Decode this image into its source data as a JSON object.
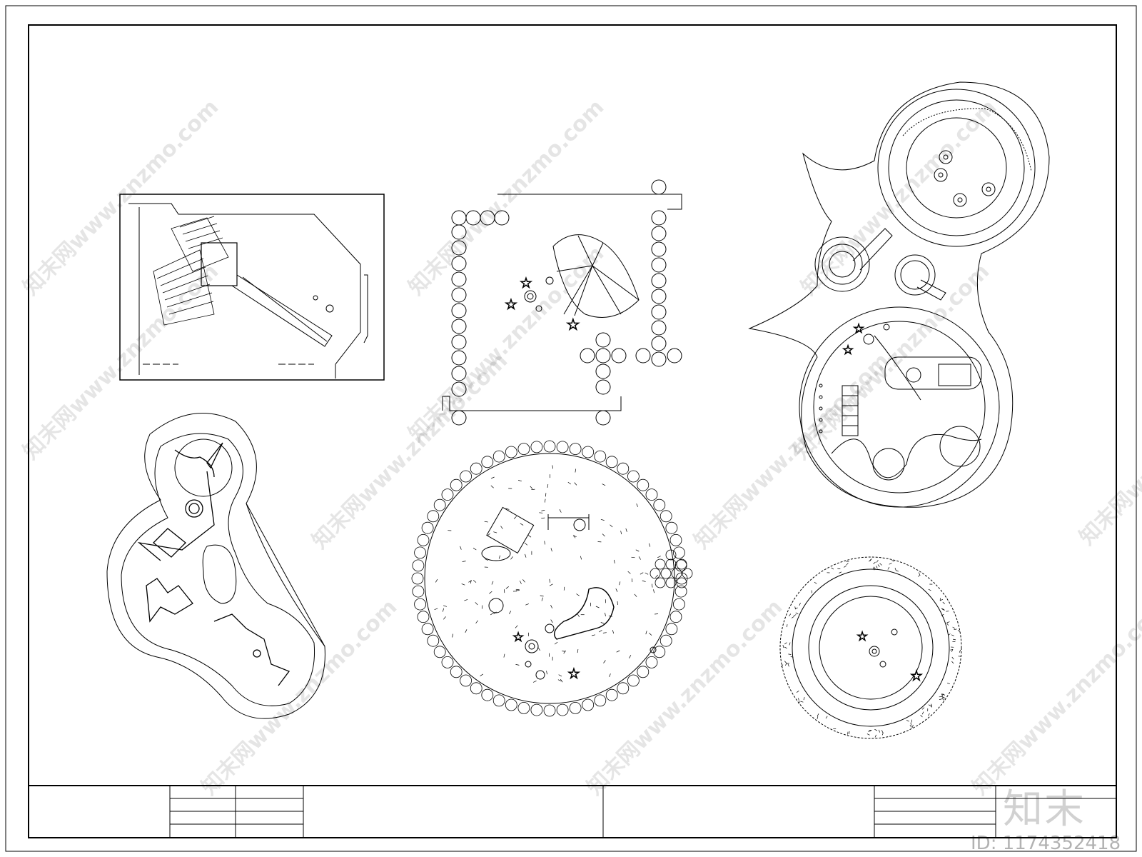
{
  "watermark": {
    "text": "知末网www.znzmo.com",
    "logo": "知末",
    "id_label": "ID: 1174352418"
  },
  "drawing": {
    "line_color": "#000000",
    "background": "#ffffff",
    "plans": [
      {
        "name": "plan-slide-rectangle"
      },
      {
        "name": "plan-square-pillars"
      },
      {
        "name": "plan-double-circle"
      },
      {
        "name": "plan-net-climbing"
      },
      {
        "name": "plan-round-sand"
      },
      {
        "name": "plan-circle-pit"
      }
    ]
  }
}
